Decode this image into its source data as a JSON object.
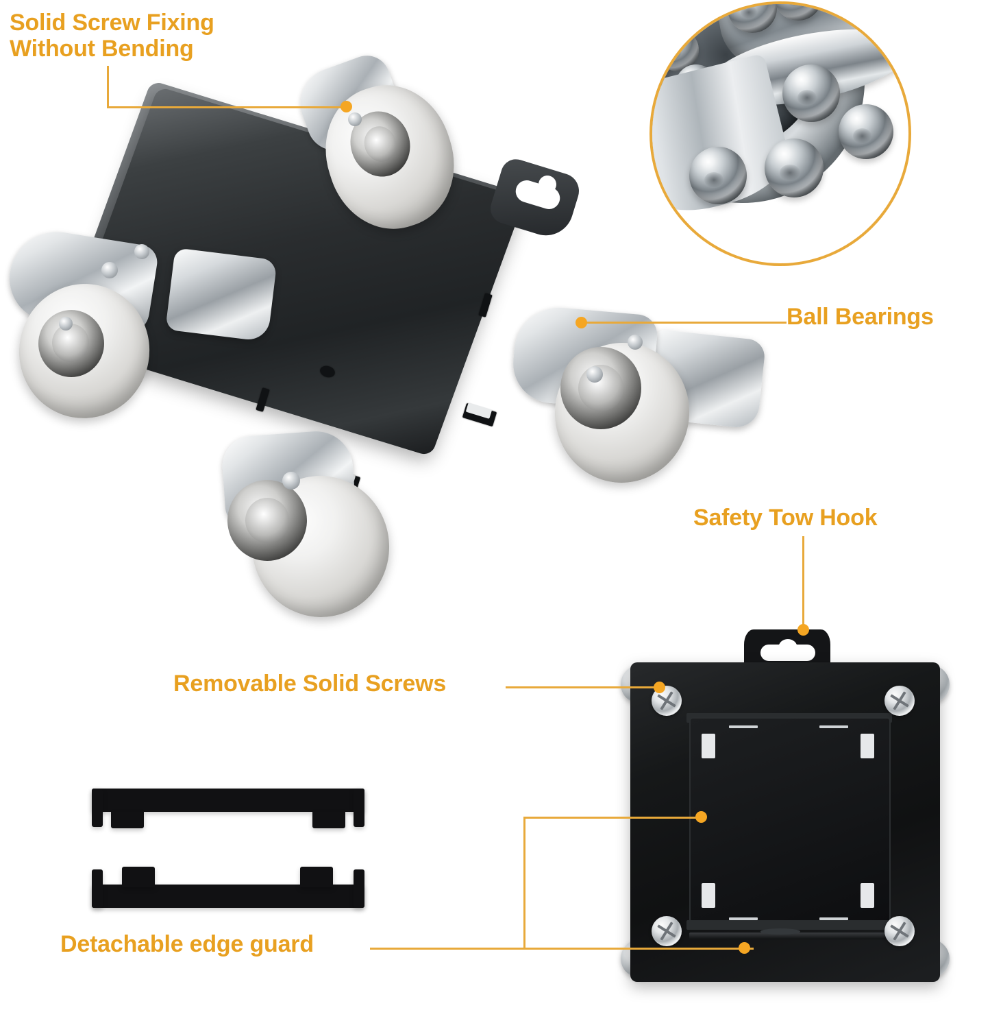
{
  "page": {
    "type": "product-feature-infographic",
    "product": "Furniture dolly moving platform with swivel casters",
    "background_color": "#ffffff",
    "accent_color": "#E8A020",
    "leader_line_color": "#E8A93A",
    "dot_color": "#F5A623"
  },
  "callouts": [
    {
      "id": "solid-screw-fixing",
      "text": "Solid Screw Fixing\nWithout Bending",
      "position": "top-left",
      "points_to": "caster mounting screw on top-left wheel"
    },
    {
      "id": "ball-bearings",
      "text": "Ball Bearings",
      "position": "middle-right",
      "points_to": "swivel caster bearing race"
    },
    {
      "id": "safety-tow-hook",
      "text": "Safety Tow Hook",
      "position": "right-center",
      "points_to": "keyhole tow hook tab"
    },
    {
      "id": "removable-solid-screws",
      "text": "Removable Solid Screws",
      "position": "center-left",
      "points_to": "corner screw on underside plate"
    },
    {
      "id": "detachable-edge-guard",
      "text": "Detachable edge guard",
      "position": "bottom-left",
      "points_to": "edge guard rails on underside plate"
    }
  ],
  "images": {
    "main_dolly": {
      "name": "angled-underside-dolly-with-four-casters",
      "description": "Black square steel plate dolly shown at an angle with four grey swivel casters and chrome forks"
    },
    "ball_bearing_inset": {
      "name": "chrome-ball-bearings-closeup",
      "description": "Circular inset photo of polished chrome ball bearings and a bearing race",
      "ball_count_visible": 4
    },
    "edge_guard_parts": {
      "name": "detachable-edge-guard-rails",
      "description": "Two black plastic edge guard rails shown separated",
      "count": 2
    },
    "bottom_dolly": {
      "name": "underside-dolly-flat-view",
      "description": "Flat underside view of black dolly plate with tow hook, four corner screws, four casters and edge guard rails"
    }
  }
}
